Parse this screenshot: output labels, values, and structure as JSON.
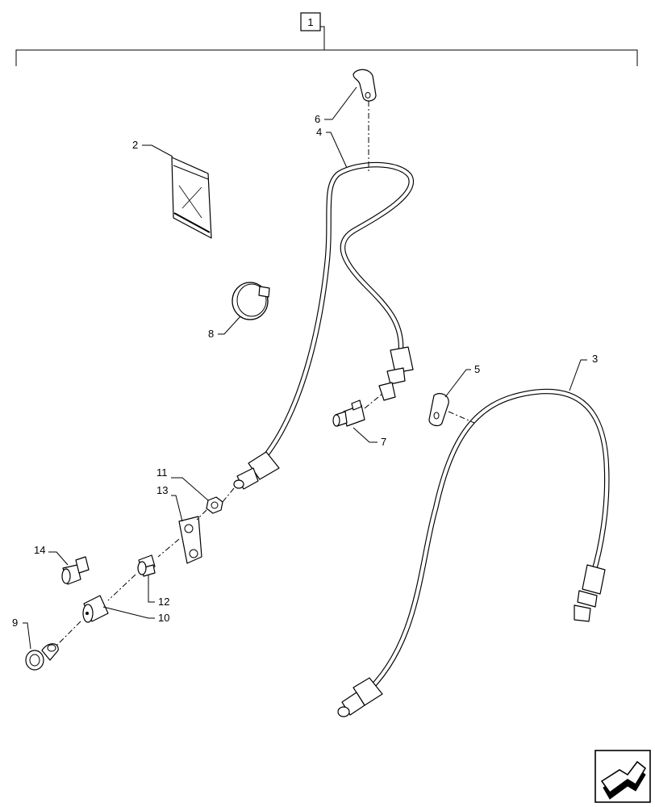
{
  "diagram": {
    "assembly_label": "1",
    "callouts": {
      "c2": "2",
      "c3": "3",
      "c4": "4",
      "c5": "5",
      "c6": "6",
      "c7": "7",
      "c8": "8",
      "c9": "9",
      "c10": "10",
      "c11": "11",
      "c12": "12",
      "c13": "13",
      "c14": "14"
    },
    "nav_icon": "arrow-icon"
  }
}
